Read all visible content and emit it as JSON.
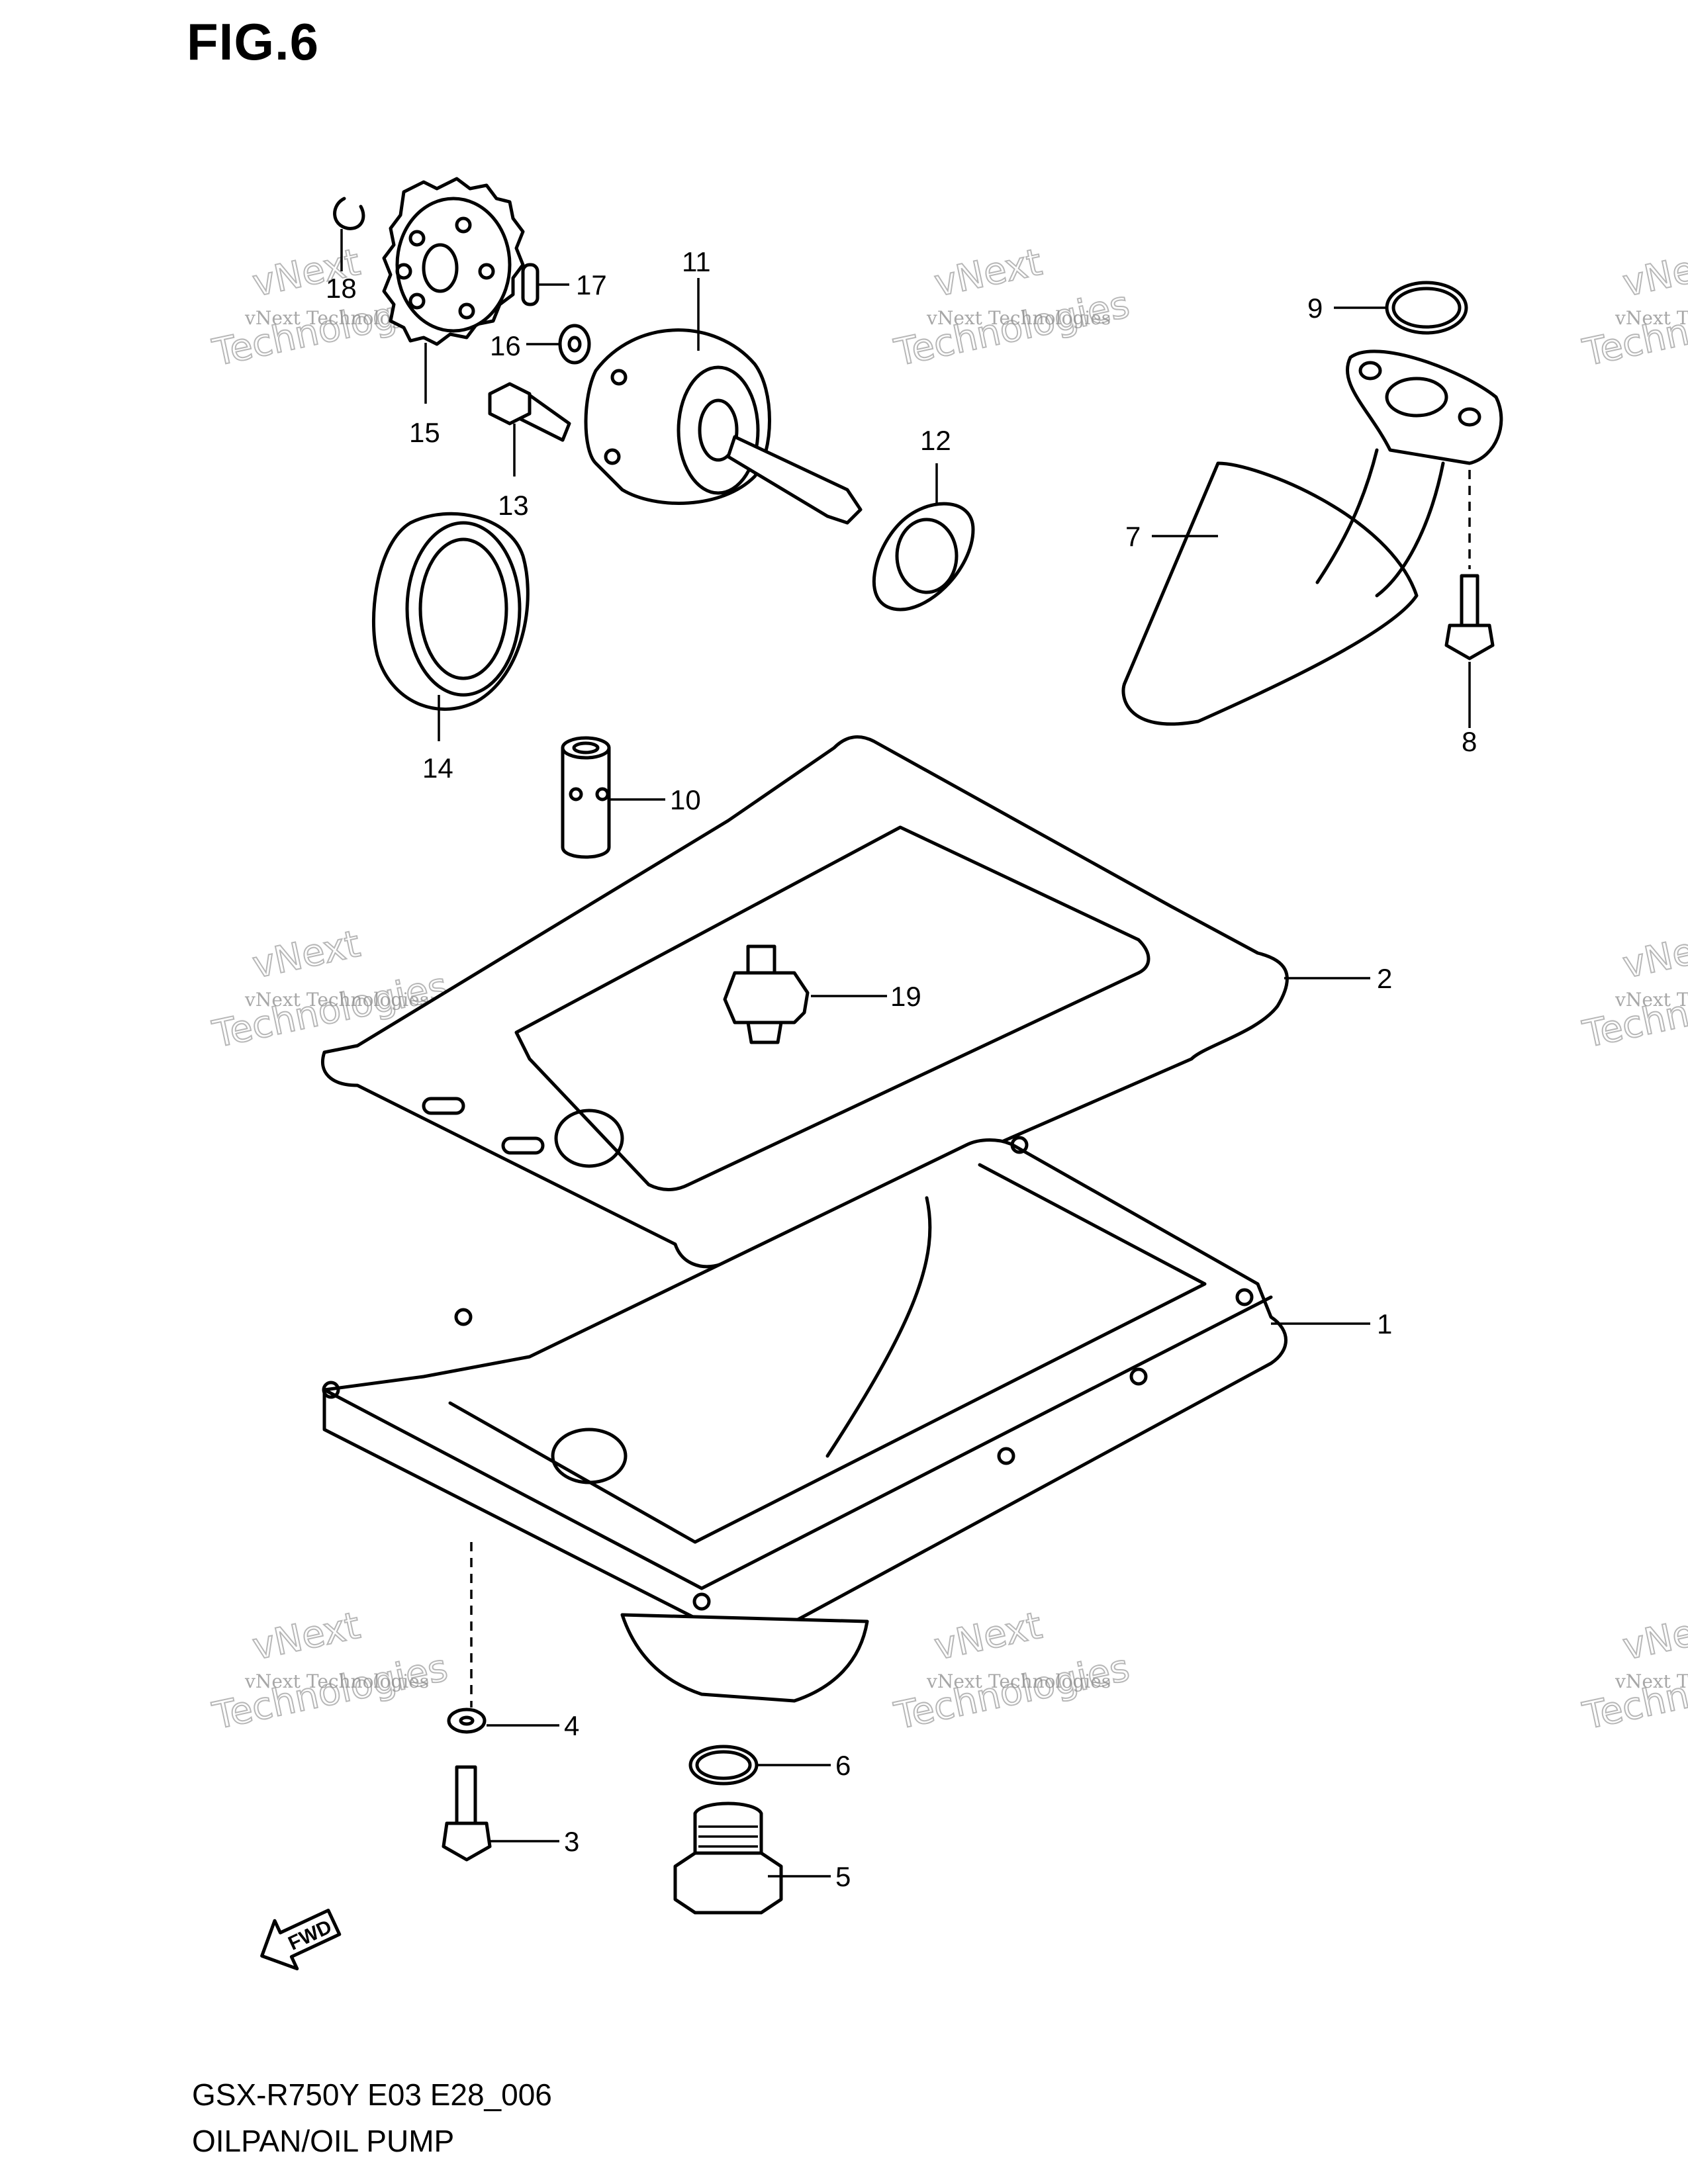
{
  "figure": {
    "title": "FIG.6"
  },
  "caption": {
    "model": "GSX-R750Y E03 E28_006",
    "name": "OILPAN/OIL PUMP"
  },
  "watermark": {
    "line1": "vNext Technologies",
    "line2": "vNext",
    "line3": "Technologies"
  },
  "fwd_label": "FWD",
  "callouts": [
    {
      "id": "1",
      "text": "1"
    },
    {
      "id": "2",
      "text": "2"
    },
    {
      "id": "3",
      "text": "3"
    },
    {
      "id": "4",
      "text": "4"
    },
    {
      "id": "5",
      "text": "5"
    },
    {
      "id": "6",
      "text": "6"
    },
    {
      "id": "7",
      "text": "7"
    },
    {
      "id": "8",
      "text": "8"
    },
    {
      "id": "9",
      "text": "9"
    },
    {
      "id": "10",
      "text": "10"
    },
    {
      "id": "11",
      "text": "11"
    },
    {
      "id": "12",
      "text": "12"
    },
    {
      "id": "13",
      "text": "13"
    },
    {
      "id": "14",
      "text": "14"
    },
    {
      "id": "15",
      "text": "15"
    },
    {
      "id": "16",
      "text": "16"
    },
    {
      "id": "17",
      "text": "17"
    },
    {
      "id": "18",
      "text": "18"
    },
    {
      "id": "19",
      "text": "19"
    }
  ]
}
